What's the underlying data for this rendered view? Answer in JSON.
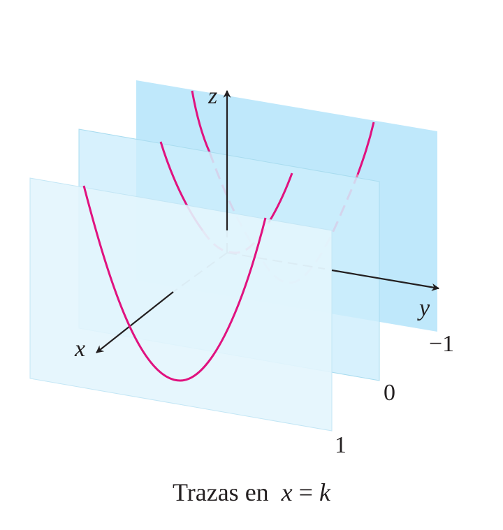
{
  "axes": {
    "x_label": "x",
    "y_label": "y",
    "z_label": "z"
  },
  "planes": [
    {
      "label": "−1"
    },
    {
      "label": "0"
    },
    {
      "label": "1"
    }
  ],
  "caption": {
    "prefix": "Trazas en  ",
    "lhs": "x",
    "eq": " = ",
    "rhs": "k"
  },
  "colors": {
    "plane_back": "#bfe8fb",
    "plane_mid": "#cdeefc",
    "plane_front": "#e3f5fd",
    "curve": "#e0127f",
    "curve_hidden": "#ee6fa8",
    "axis": "#231f20"
  }
}
